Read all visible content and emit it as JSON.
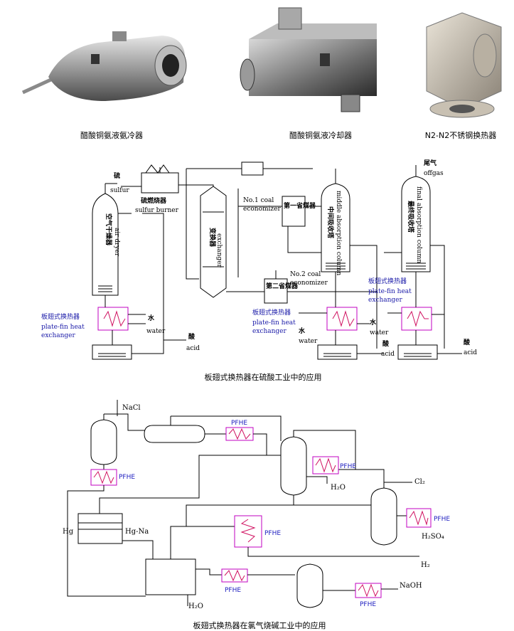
{
  "photos": [
    {
      "caption": "醋酸铜氨液氨冷器"
    },
    {
      "caption": "醋酸铜氨液冷却器"
    },
    {
      "caption": "N2-N2不锈钢换热器"
    }
  ],
  "sulfuric": {
    "caption": "板翅式换热器在硫酸工业中的应用",
    "sulfur_cn": "硫",
    "sulfur_en": "sulfur",
    "burner_cn": "硫燃烧器",
    "burner_en": "sulfur burner",
    "air_dryer_cn": "空气干燥器",
    "air_dryer_en": "air dryer",
    "exchanger_cn": "变换器",
    "exchanger_en": "exchanger",
    "eco1_en_1": "No.1 coal",
    "eco1_en_2": "economizer",
    "eco1_cn": "第一省煤器",
    "eco2_cn": "第二省煤器",
    "eco2_en_1": "No.2 coal",
    "eco2_en_2": "economizer",
    "middle_cn": "中间吸收塔",
    "middle_en": "middle absorption column",
    "final_cn": "最终吸收塔",
    "final_en": "final absorption column",
    "offgas_cn": "尾气",
    "offgas_en": "offgas",
    "pf_cn": "板翅式换热器",
    "pf_en_1": "plate-fin heat",
    "pf_en_2": "exchanger",
    "water_cn": "水",
    "water_en": "water",
    "acid_cn": "酸",
    "acid_en": "acid"
  },
  "chlor": {
    "caption": "板翅式换热器在氯气烧碱工业中的应用",
    "nacl": "NaCl",
    "pfhe": "PFHE",
    "h2o": "H₂O",
    "hg": "Hg",
    "hg_na": "Hg-Na",
    "cl2": "Cl₂",
    "h2so4": "H₂SO₄",
    "h2": "H₂",
    "naoh": "NaOH"
  },
  "colors": {
    "hx_border": "#c000c0",
    "hx_coil": "#d01060",
    "label_blue": "#1a1aa8"
  }
}
